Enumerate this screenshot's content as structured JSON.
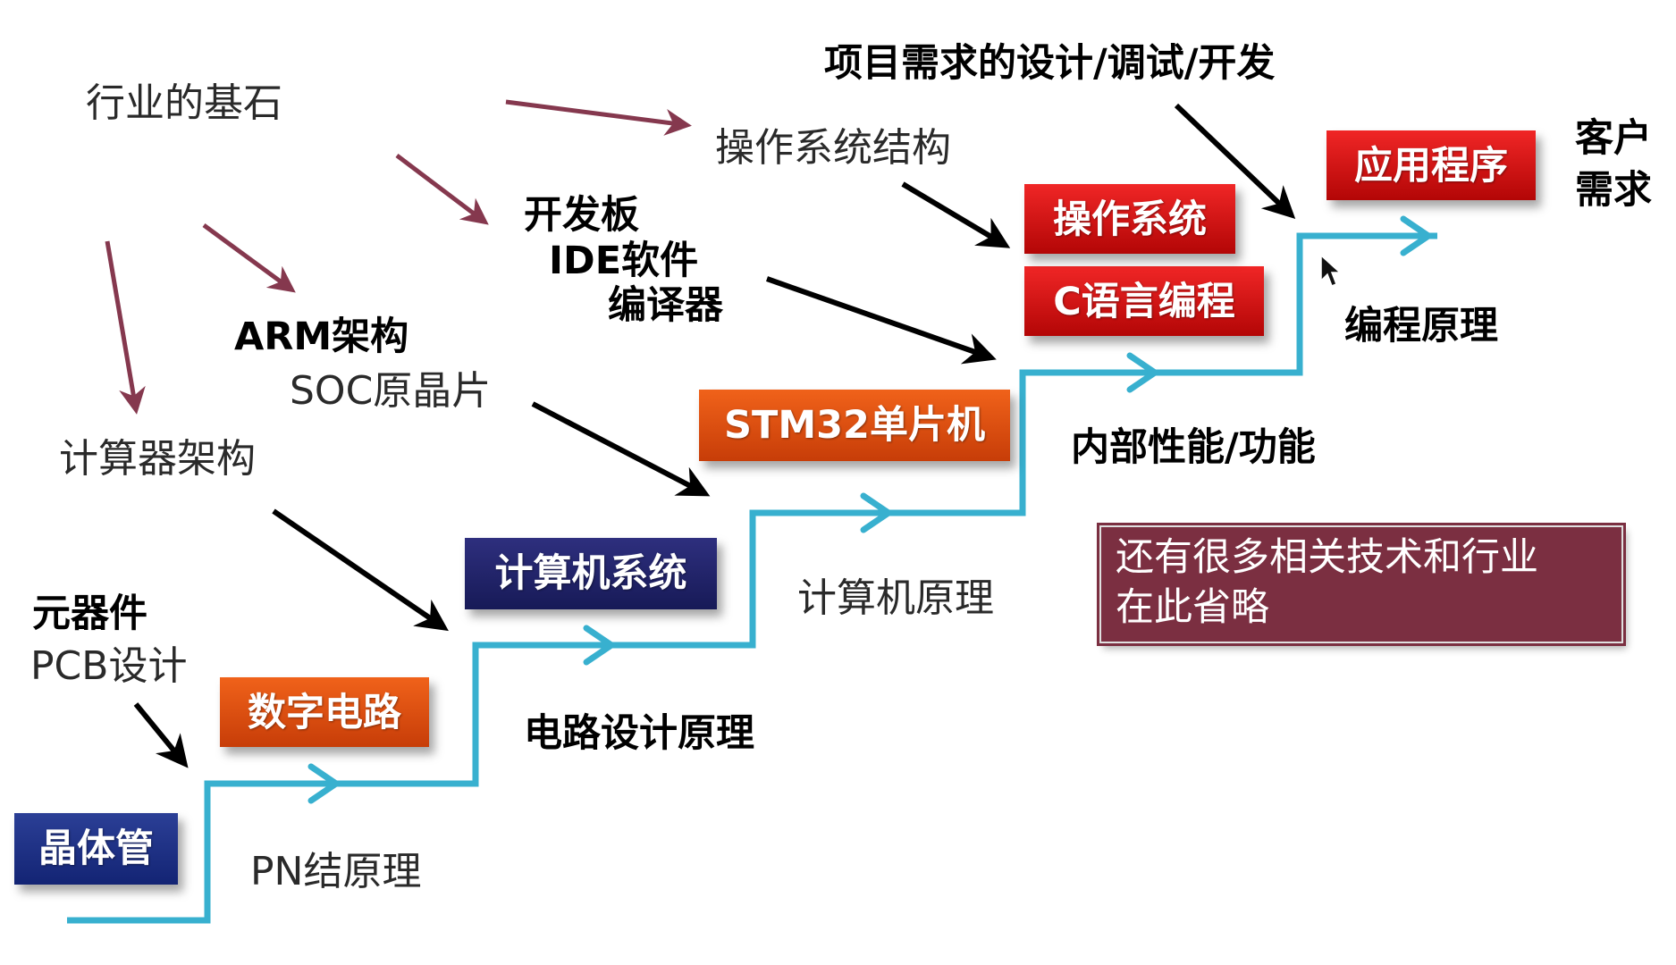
{
  "colors": {
    "stair": "#38b0cf",
    "maroon_arrow": "#85384e",
    "black_arrow": "#000000",
    "note_bg": "#7b2f41"
  },
  "boxes": {
    "transistor": "晶体管",
    "digital_circuit": "数字电路",
    "computer_system": "计算机系统",
    "stm32": "STM32单片机",
    "c_programming": "C语言编程",
    "operating_system": "操作系统",
    "application": "应用程序"
  },
  "labels": {
    "industry_foundation": "行业的基石",
    "computer_architecture": "计算器架构",
    "arm_architecture": "ARM架构",
    "soc_die": "SOC原晶片",
    "dev_board": "开发板",
    "ide_software": "IDE软件",
    "compiler": "编译器",
    "os_structure": "操作系统结构",
    "project_design": "项目需求的设计/调试/开发",
    "components": "元器件",
    "pcb_design": "PCB设计",
    "pn_principle": "PN结原理",
    "circuit_principle": "电路设计原理",
    "computer_principle": "计算机原理",
    "internal_perf": "内部性能/功能",
    "programming_principle": "编程原理",
    "customer": "客户",
    "demand": "需求"
  },
  "note": {
    "line1": "还有很多相关技术和行业",
    "line2": "在此省略"
  }
}
